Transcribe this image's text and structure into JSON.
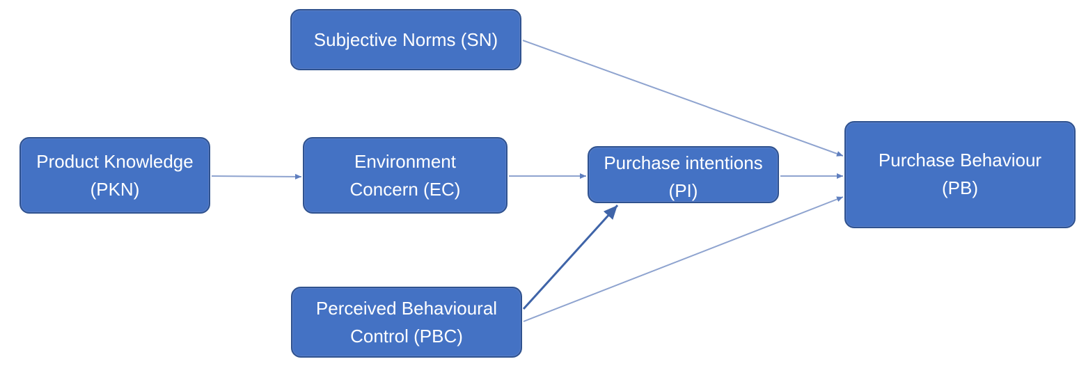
{
  "nodes": {
    "sn": {
      "label": "Subjective Norms (SN)"
    },
    "pkn": {
      "label": "Product Knowledge\n(PKN)"
    },
    "ec": {
      "label": "Environment\nConcern (EC)"
    },
    "pi": {
      "label": "Purchase intentions\n(PI)"
    },
    "pb": {
      "label": "Purchase Behaviour\n(PB)"
    },
    "pbc": {
      "label": "Perceived Behavioural\nControl (PBC)"
    }
  },
  "edges": [
    {
      "from": "pkn",
      "to": "ec"
    },
    {
      "from": "ec",
      "to": "pi"
    },
    {
      "from": "pi",
      "to": "pb"
    },
    {
      "from": "sn",
      "to": "pb"
    },
    {
      "from": "pbc",
      "to": "pi"
    },
    {
      "from": "pbc",
      "to": "pb"
    }
  ],
  "colors": {
    "node_fill": "#4472c4",
    "node_border": "#2f528f",
    "node_text": "#ffffff",
    "edge": "#8ea3cf",
    "edge_strong": "#3f64a8"
  }
}
